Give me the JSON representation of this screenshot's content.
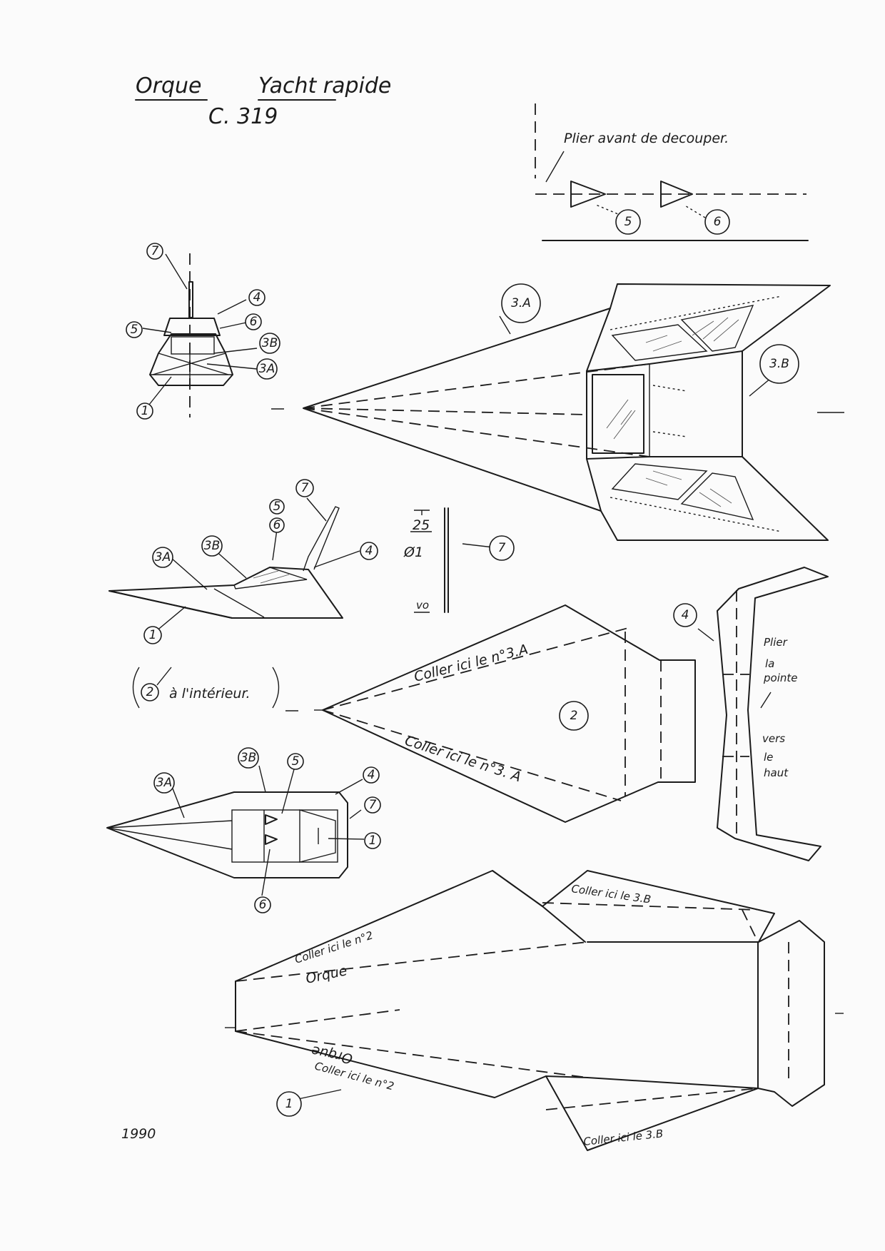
{
  "header": {
    "model": "Orque",
    "type": "Yacht rapide",
    "code": "C. 319"
  },
  "instruction_fold": "Plier avant de decouper.",
  "part_labels": {
    "p1": "1",
    "p2": "2",
    "p3a": "3.A",
    "p3b": "3.B",
    "p4": "4",
    "p5": "5",
    "p6": "6",
    "p7": "7",
    "a3": "3A",
    "b3": "3B"
  },
  "mast_dims": {
    "length": "25",
    "diameter": "Ø1",
    "unit": "vo"
  },
  "inside_note": {
    "ref": "2",
    "text": "à l'intérieur."
  },
  "glue": {
    "p2_top": "Coller ici le n°3.A",
    "p2_bottom": "Coller ici le n°3. A",
    "p1_top": "Coller ici le n°2",
    "p1_bottom": "Coller ici le n°2",
    "p1_3b_top": "Coller ici le 3.B",
    "p1_3b_bottom": "Coller ici le 3.B"
  },
  "p1_name": "Orque",
  "p4_note": [
    "Plier",
    "la",
    "pointe",
    "vers",
    "le",
    "haut"
  ],
  "year": "1990"
}
